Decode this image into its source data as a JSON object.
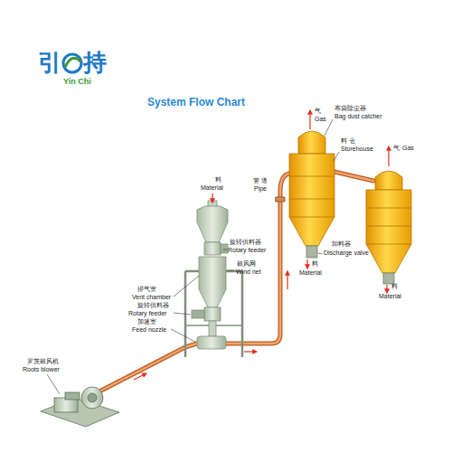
{
  "diagram": {
    "title": "System Flow Chart",
    "labels": [
      "引",
      "持",
      "Yin Chi",
      "气",
      "Gas",
      "布袋除尘器",
      "Bag dust catcher",
      "料 仓",
      "Storehouse",
      "气",
      "Gas",
      "管 道",
      "Pipe",
      "料",
      "Material",
      "旋转供料器",
      "Rotary feeder",
      "鼓风网",
      "Wind net",
      "排气室",
      "Vent chamber",
      "旋转供料器",
      "Rotary feeder",
      "加速室",
      "Feed nozzle",
      "罗茨鼓风机",
      "Roots blower",
      "卸料器",
      "Discharge valve",
      "料",
      "Material",
      "料",
      "Material"
    ]
  }
}
